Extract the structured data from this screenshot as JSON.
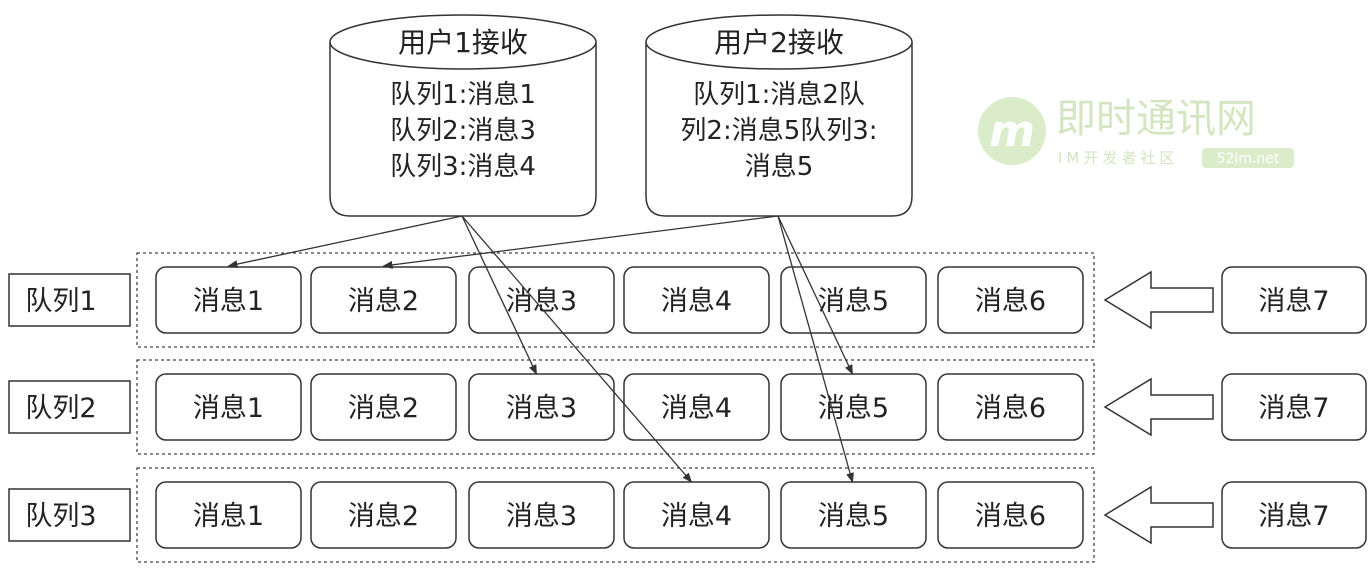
{
  "users": [
    {
      "header": "用户1接收",
      "lines": [
        "队列1:消息1",
        "队列2:消息3",
        "队列3:消息4"
      ]
    },
    {
      "header": "用户2接收",
      "lines": [
        "队列1:消息2队",
        "列2:消息5队列3:",
        "消息5"
      ]
    }
  ],
  "queues": [
    {
      "label": "队列1",
      "messages": [
        "消息1",
        "消息2",
        "消息3",
        "消息4",
        "消息5",
        "消息6"
      ],
      "incoming": "消息7"
    },
    {
      "label": "队列2",
      "messages": [
        "消息1",
        "消息2",
        "消息3",
        "消息4",
        "消息5",
        "消息6"
      ],
      "incoming": "消息7"
    },
    {
      "label": "队列3",
      "messages": [
        "消息1",
        "消息2",
        "消息3",
        "消息4",
        "消息5",
        "消息6"
      ],
      "incoming": "消息7"
    }
  ],
  "links": [
    {
      "from": 0,
      "queue": 0,
      "msg": 0
    },
    {
      "from": 0,
      "queue": 1,
      "msg": 2
    },
    {
      "from": 0,
      "queue": 2,
      "msg": 3
    },
    {
      "from": 1,
      "queue": 0,
      "msg": 1
    },
    {
      "from": 1,
      "queue": 1,
      "msg": 4
    },
    {
      "from": 1,
      "queue": 2,
      "msg": 4
    }
  ],
  "watermark": {
    "logo_letter": "m",
    "title": "即时通讯网",
    "subtitle": "IM开发者社区",
    "domain": "52im.net",
    "color": "#b8d89a"
  }
}
